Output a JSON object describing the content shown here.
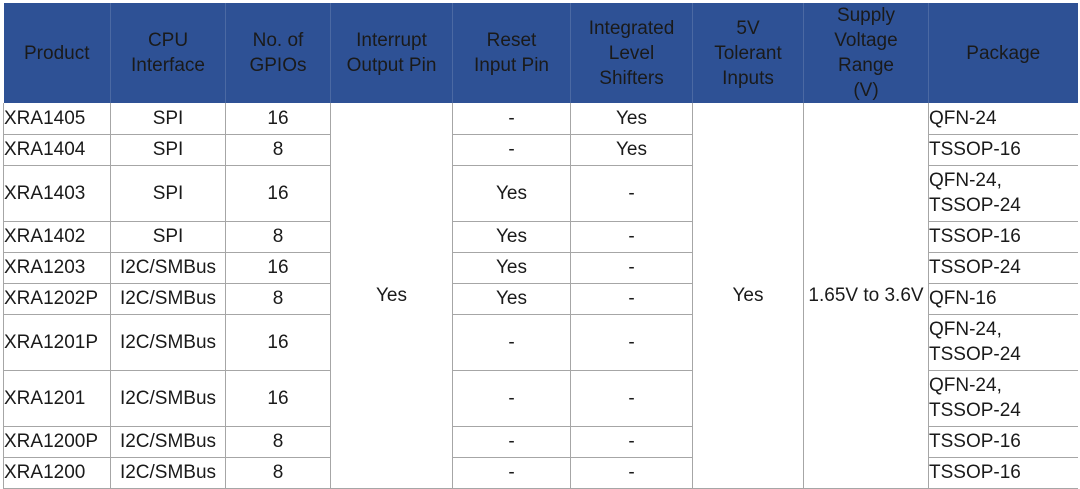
{
  "table": {
    "columns": [
      {
        "key": "product",
        "label": "Product"
      },
      {
        "key": "cpu",
        "label": "CPU\nInterface"
      },
      {
        "key": "gpios",
        "label": "No. of\nGPIOs"
      },
      {
        "key": "interrupt",
        "label": "Interrupt\nOutput Pin"
      },
      {
        "key": "reset",
        "label": "Reset\nInput Pin"
      },
      {
        "key": "levels",
        "label": "Integrated\nLevel\nShifters"
      },
      {
        "key": "fivev",
        "label": "5V\nTolerant\nInputs"
      },
      {
        "key": "supply",
        "label": "Supply\nVoltage Range\n(V)"
      },
      {
        "key": "package",
        "label": "Package"
      }
    ],
    "header_labels": {
      "product": "Product",
      "cpu_line1": "CPU",
      "cpu_line2": "Interface",
      "gpios_line1": "No. of",
      "gpios_line2": "GPIOs",
      "interrupt_line1": "Interrupt",
      "interrupt_line2": "Output Pin",
      "reset_line1": "Reset",
      "reset_line2": "Input Pin",
      "levels_line1": "Integrated",
      "levels_line2": "Level",
      "levels_line3": "Shifters",
      "fivev_line1": "5V",
      "fivev_line2": "Tolerant",
      "fivev_line3": "Inputs",
      "supply_line1": "Supply",
      "supply_line2": "Voltage Range",
      "supply_line3": "(V)",
      "package": "Package"
    },
    "merged_cells": {
      "interrupt_all": "Yes",
      "fivev_all": "Yes",
      "supply_all": "1.65V to 3.6V"
    },
    "rows": [
      {
        "product": "XRA1405",
        "cpu": "SPI",
        "gpios": "16",
        "reset": "-",
        "levels": "Yes",
        "package_lines": [
          "QFN-24"
        ],
        "height": "single"
      },
      {
        "product": "XRA1404",
        "cpu": "SPI",
        "gpios": "8",
        "reset": "-",
        "levels": "Yes",
        "package_lines": [
          "TSSOP-16"
        ],
        "height": "single"
      },
      {
        "product": "XRA1403",
        "cpu": "SPI",
        "gpios": "16",
        "reset": "Yes",
        "levels": "-",
        "package_lines": [
          "QFN-24,",
          "TSSOP-24"
        ],
        "height": "double"
      },
      {
        "product": "XRA1402",
        "cpu": "SPI",
        "gpios": "8",
        "reset": "Yes",
        "levels": "-",
        "package_lines": [
          "TSSOP-16"
        ],
        "height": "single"
      },
      {
        "product": "XRA1203",
        "cpu": "I2C/SMBus",
        "gpios": "16",
        "reset": "Yes",
        "levels": "-",
        "package_lines": [
          "TSSOP-24"
        ],
        "height": "single"
      },
      {
        "product": "XRA1202P",
        "cpu": "I2C/SMBus",
        "gpios": "8",
        "reset": "Yes",
        "levels": "-",
        "package_lines": [
          "QFN-16"
        ],
        "height": "single"
      },
      {
        "product": "XRA1201P",
        "cpu": "I2C/SMBus",
        "gpios": "16",
        "reset": "-",
        "levels": "-",
        "package_lines": [
          "QFN-24,",
          "TSSOP-24"
        ],
        "height": "double"
      },
      {
        "product": "XRA1201",
        "cpu": "I2C/SMBus",
        "gpios": "16",
        "reset": "-",
        "levels": "-",
        "package_lines": [
          "QFN-24,",
          "TSSOP-24"
        ],
        "height": "double"
      },
      {
        "product": "XRA1200P",
        "cpu": "I2C/SMBus",
        "gpios": "8",
        "reset": "-",
        "levels": "-",
        "package_lines": [
          "TSSOP-16"
        ],
        "height": "single"
      },
      {
        "product": "XRA1200",
        "cpu": "I2C/SMBus",
        "gpios": "8",
        "reset": "-",
        "levels": "-",
        "package_lines": [
          "TSSOP-16"
        ],
        "height": "single"
      }
    ]
  },
  "colors": {
    "header_background": "#2e5195",
    "header_text": "#ffffff",
    "grid_line": "#a6a6a6",
    "header_divider": "#4b69a3",
    "body_text": "#1a1a1a",
    "page_background": "#ffffff"
  }
}
